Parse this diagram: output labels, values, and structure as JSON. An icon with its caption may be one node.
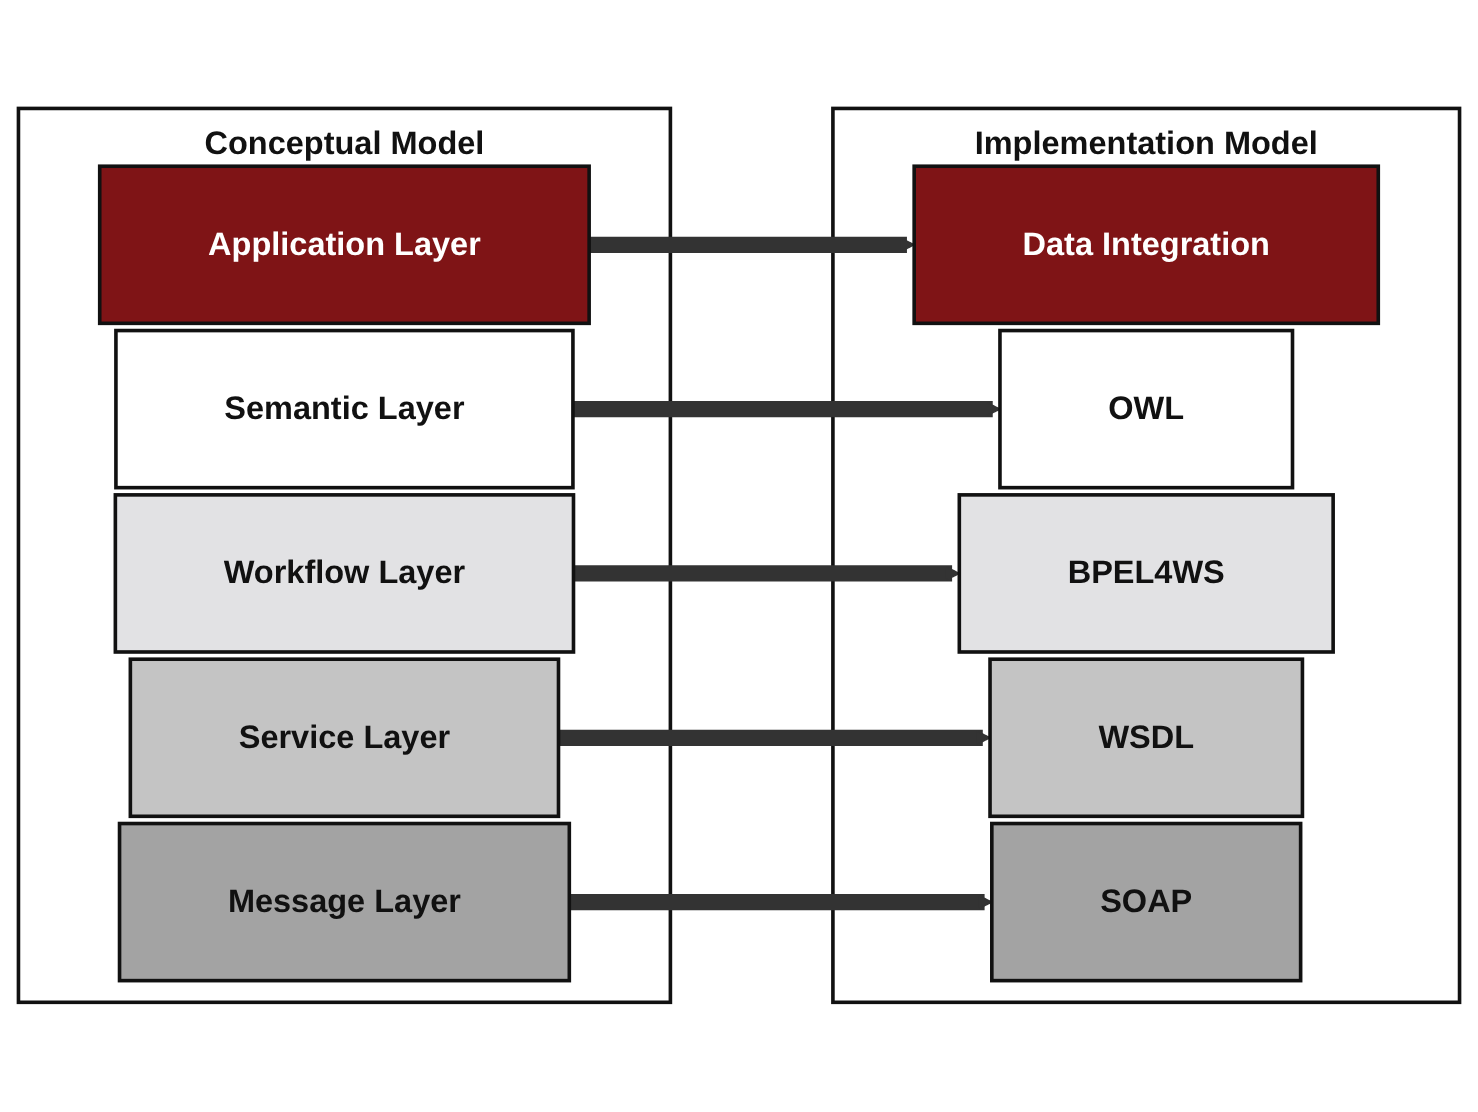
{
  "diagram": {
    "nodes": [
      {
        "text": [
          "Conceptual Model"
        ]
      },
      {
        "text": [
          "Application Layer"
        ],
        "in": 0
      },
      {
        "text": [
          "Semantic Layer"
        ],
        "in": 0
      },
      {
        "text": [
          "Workflow Layer"
        ],
        "in": 0
      },
      {
        "text": [
          "Service Layer"
        ],
        "in": 0
      },
      {
        "text": [
          "Message Layer"
        ],
        "in": 0
      },
      {
        "text": [
          "Implementation Model"
        ]
      },
      {
        "text": [
          "Data Integration"
        ],
        "in": 6
      },
      {
        "text": [
          "OWL"
        ],
        "in": 6
      },
      {
        "text": [
          "BPEL4WS"
        ],
        "in": 6
      },
      {
        "text": [
          "WSDL"
        ],
        "in": 6
      },
      {
        "text": [
          "SOAP"
        ],
        "in": 6
      }
    ],
    "edges": [
      {
        "from": 1,
        "to": 7,
        "arrow": "to"
      },
      {
        "from": 2,
        "to": 8,
        "arrow": "to"
      },
      {
        "from": 3,
        "to": 9,
        "arrow": "to"
      },
      {
        "from": 4,
        "to": 10,
        "arrow": "to"
      },
      {
        "from": 5,
        "to": 11,
        "arrow": "to"
      }
    ]
  }
}
